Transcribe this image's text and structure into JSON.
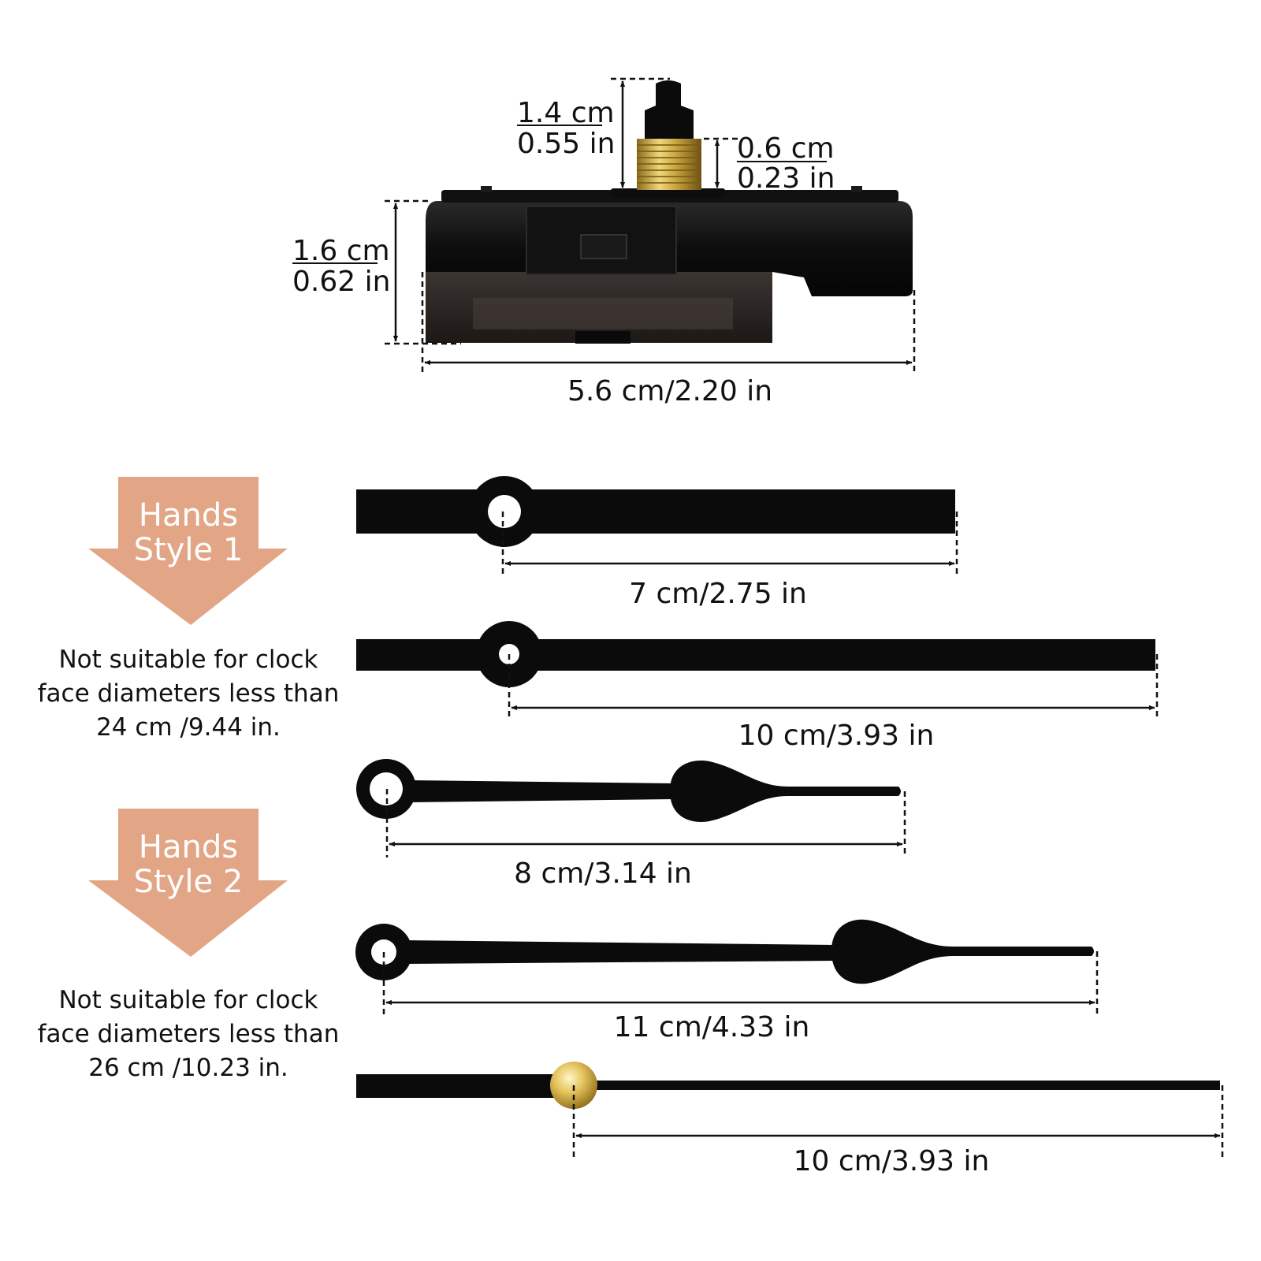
{
  "movement": {
    "shaft_length": {
      "cm": "1.4 cm",
      "in": "0.55 in"
    },
    "thread_length": {
      "cm": "0.6 cm",
      "in": "0.23 in"
    },
    "body_height": {
      "cm": "1.6 cm",
      "in": "0.62 in"
    },
    "body_width": "5.6 cm/2.20 in"
  },
  "style1": {
    "badge": {
      "line1": "Hands",
      "line2": "Style 1"
    },
    "note": [
      "Not suitable for clock",
      "face diameters less than",
      "24 cm /9.44 in."
    ],
    "hour_hand_length": "7 cm/2.75 in",
    "minute_hand_length": "10 cm/3.93 in"
  },
  "style2": {
    "badge": {
      "line1": "Hands",
      "line2": "Style 2"
    },
    "note": [
      "Not suitable for clock",
      "face diameters less than",
      "26 cm /10.23 in."
    ],
    "hour_hand_length": "8 cm/3.14 in",
    "minute_hand_length": "11 cm/4.33 in"
  },
  "second_hand_length": "10 cm/3.93 in",
  "colors": {
    "badge": "#e2a585",
    "hand": "#0b0b0b",
    "brass": "#c9a640",
    "dimension_line": "#111111"
  }
}
